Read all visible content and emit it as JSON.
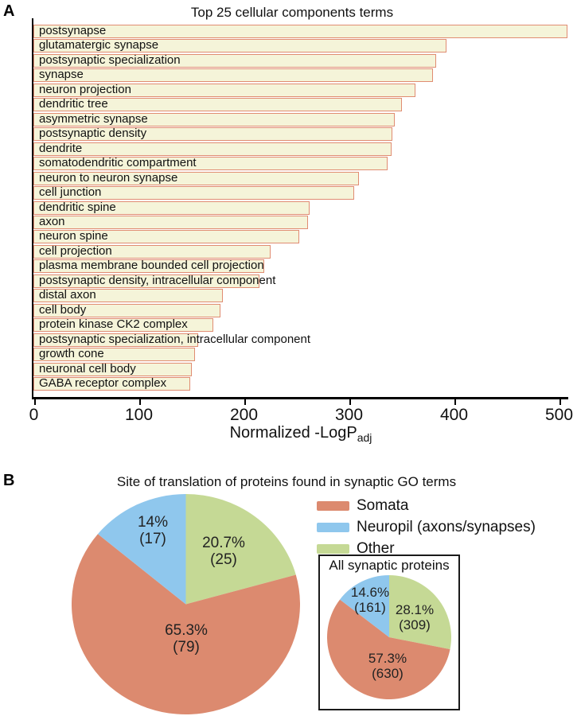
{
  "figure": {
    "panel_a_label": "A",
    "panel_b_label": "B"
  },
  "colors": {
    "bar_fill": "#F5F4D9",
    "bar_border": "#E08C72",
    "somata": "#DC8A6F",
    "neuropil": "#8FC7ED",
    "other": "#C5D995",
    "axis": "#000000"
  },
  "chart_data": [
    {
      "type": "bar",
      "orientation": "horizontal",
      "title": "Top 25 cellular components terms",
      "xlabel": "Normalized -LogP",
      "xlabel_subscript": "adj",
      "xlim": [
        0,
        520
      ],
      "xticks": [
        0,
        100,
        200,
        300,
        400,
        500
      ],
      "grid": false,
      "categories": [
        "postsynapse",
        "glutamatergic synapse",
        "postsynaptic specialization",
        "synapse",
        "neuron projection",
        "dendritic tree",
        "asymmetric synapse",
        "postsynaptic density",
        "dendrite",
        "somatodendritic compartment",
        "neuron to neuron synapse",
        "cell junction",
        "dendritic spine",
        "axon",
        "neuron spine",
        "cell projection",
        "plasma membrane bounded cell projection",
        "postsynaptic density, intracellular component",
        "distal axon",
        "cell body",
        "protein kinase CK2 complex",
        "postsynaptic specialization, intracellular component",
        "growth cone",
        "neuronal cell body",
        "GABA receptor complex"
      ],
      "values": [
        508,
        393,
        383,
        380,
        364,
        351,
        344,
        342,
        341,
        337,
        310,
        305,
        263,
        261,
        253,
        226,
        220,
        215,
        180,
        178,
        171,
        157,
        154,
        151,
        149
      ]
    },
    {
      "type": "pie",
      "title": "Site of translation of proteins found in synaptic GO terms",
      "legend_position": "right",
      "legend": [
        {
          "label": "Somata",
          "color": "#DC8A6F"
        },
        {
          "label": "Neuropil (axons/synapses)",
          "color": "#8FC7ED"
        },
        {
          "label": "Other",
          "color": "#C5D995"
        }
      ],
      "start_angle_deg": 0,
      "direction": "clockwise",
      "slices": [
        {
          "label": "Other",
          "pct": 20.7,
          "count": 25,
          "pct_label": "20.7%",
          "count_label": "(25)",
          "color": "#C5D995"
        },
        {
          "label": "Somata",
          "pct": 65.3,
          "count": 79,
          "pct_label": "65.3%",
          "count_label": "(79)",
          "color": "#DC8A6F"
        },
        {
          "label": "Neuropil (axons/synapses)",
          "pct": 14.0,
          "count": 17,
          "pct_label": "14%",
          "count_label": "(17)",
          "color": "#8FC7ED"
        }
      ]
    },
    {
      "type": "pie",
      "title": "All synaptic proteins",
      "start_angle_deg": 0,
      "direction": "clockwise",
      "slices": [
        {
          "label": "Other",
          "pct": 28.1,
          "count": 309,
          "pct_label": "28.1%",
          "count_label": "(309)",
          "color": "#C5D995"
        },
        {
          "label": "Somata",
          "pct": 57.3,
          "count": 630,
          "pct_label": "57.3%",
          "count_label": "(630)",
          "color": "#DC8A6F"
        },
        {
          "label": "Neuropil (axons/synapses)",
          "pct": 14.6,
          "count": 161,
          "pct_label": "14.6%",
          "count_label": "(161)",
          "color": "#8FC7ED"
        }
      ]
    }
  ]
}
